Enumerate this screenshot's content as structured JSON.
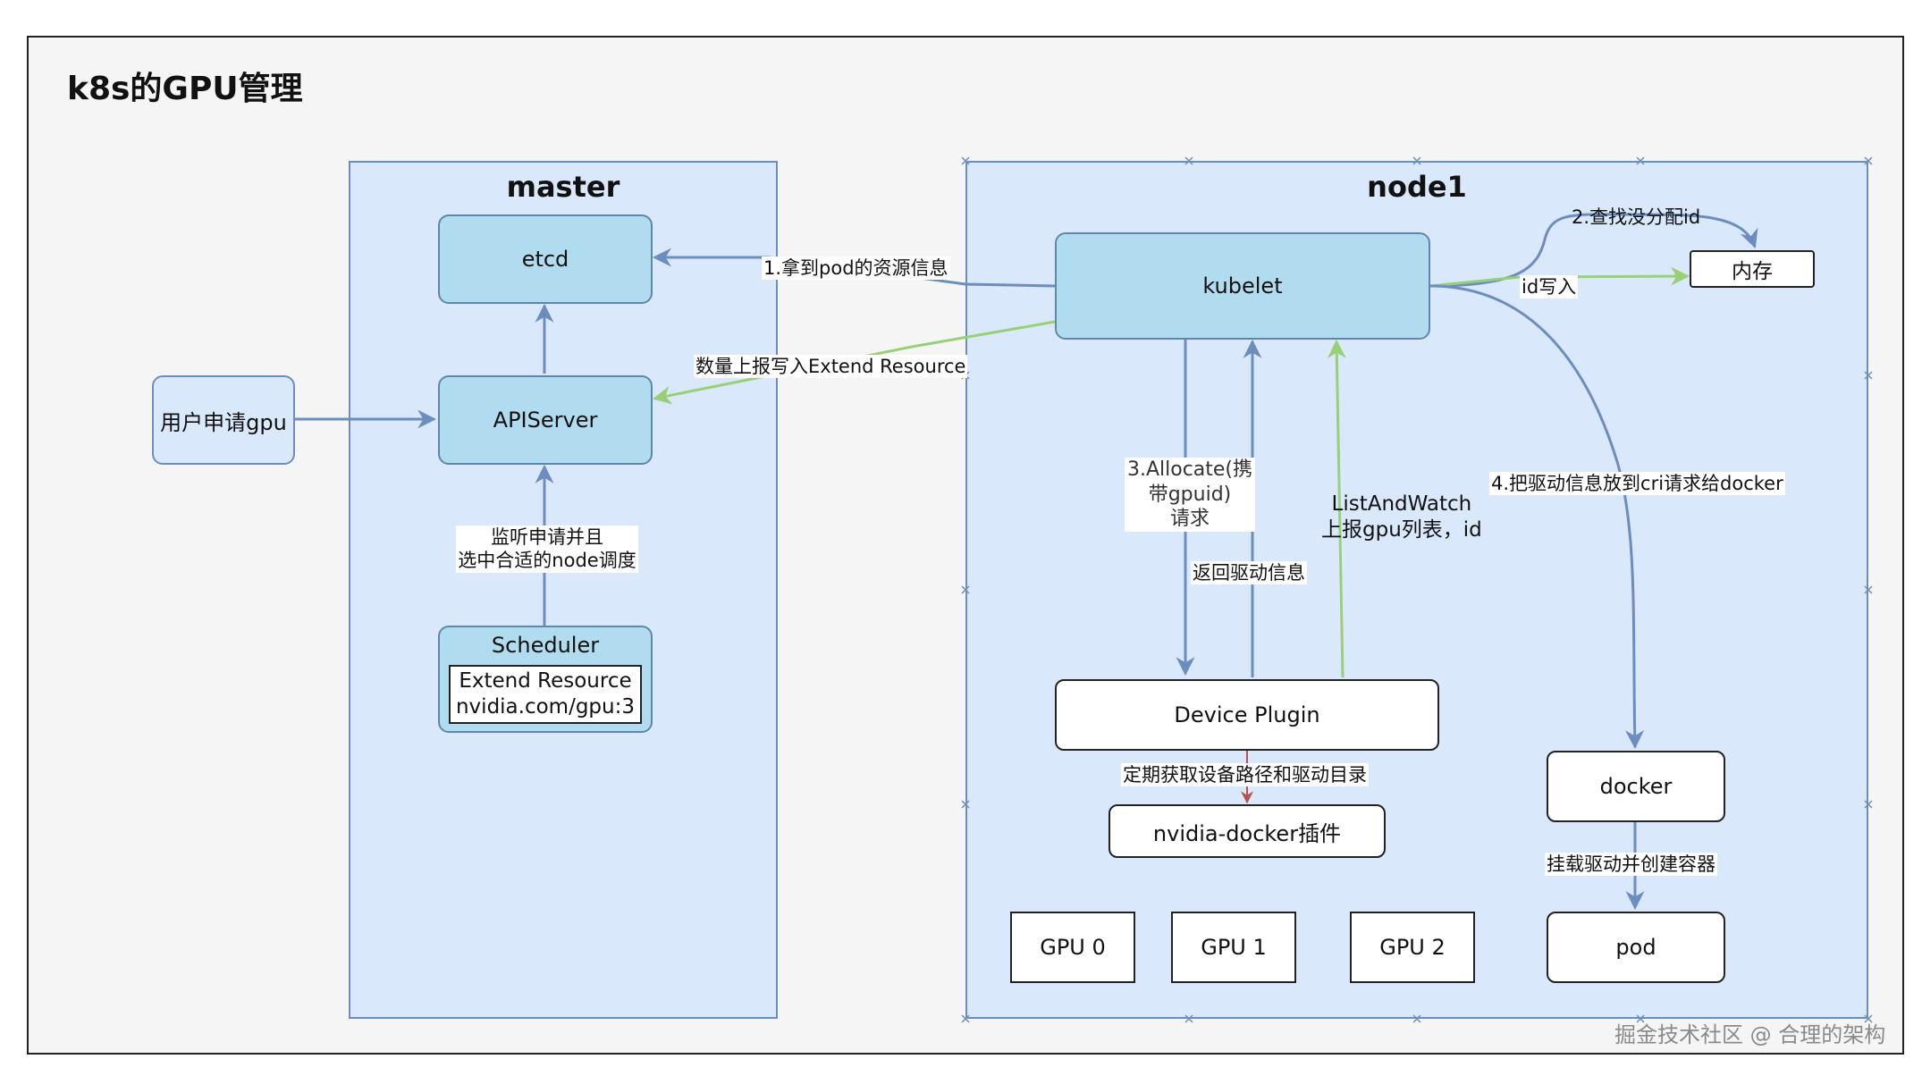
{
  "title": "k8s的GPU管理",
  "master": {
    "label": "master",
    "etcd": "etcd",
    "apiserver": "APIServer",
    "scheduler": "Scheduler",
    "extend_resource_line1": "Extend Resource",
    "extend_resource_line2": "nvidia.com/gpu:3"
  },
  "user_request": "用户申请gpu",
  "node1": {
    "label": "node1",
    "kubelet": "kubelet",
    "memory": "内存",
    "device_plugin": "Device Plugin",
    "nvidia_docker": "nvidia-docker插件",
    "docker": "docker",
    "pod": "pod",
    "gpus": [
      "GPU 0",
      "GPU 1",
      "GPU 2"
    ]
  },
  "edges": {
    "get_pod_info": "1.拿到pod的资源信息",
    "report_extend": "数量上报写入Extend Resource",
    "scheduler_line1": "监听申请并且",
    "scheduler_line2": "选中合适的node调度",
    "find_id": "2.查找没分配id",
    "write_id": "id写入",
    "allocate_line1": "3.Allocate(携",
    "allocate_line2": "带gpuid)",
    "allocate_line3": "请求",
    "return_driver": "返回驱动信息",
    "list_watch_line1": "ListAndWatch",
    "list_watch_line2": "上报gpu列表，id",
    "cri_to_docker": "4.把驱动信息放到cri请求给docker",
    "periodic_fetch": "定期获取设备路径和驱动目录",
    "mount_create": "挂载驱动并创建容器"
  },
  "watermark": "掘金技术社区 @ 合理的架构",
  "colors": {
    "panel_bg": "#dae8fc",
    "panel_border": "#6c8ebf",
    "node_box": "#b1dbee",
    "arrow_blue": "#6c8ebf",
    "arrow_green": "#97d077",
    "arrow_red": "#b85450"
  }
}
